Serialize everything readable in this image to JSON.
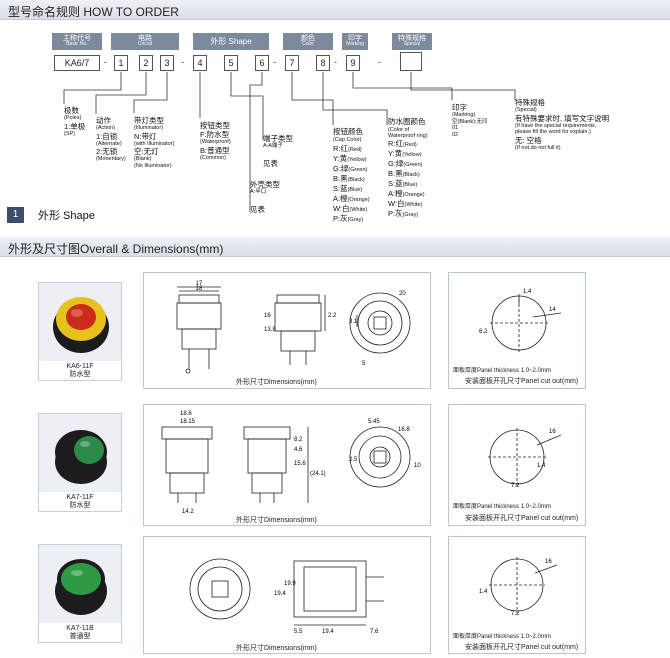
{
  "order_section": {
    "title": "型号命名规则 HOW TO ORDER"
  },
  "header_boxes": [
    {
      "cn": "主称代号",
      "en": "Basic No."
    },
    {
      "cn": "电路",
      "en": "Circuit"
    },
    {
      "cn": "外形 Shape",
      "en": ""
    },
    {
      "cn": "颜色",
      "en": "Color"
    },
    {
      "cn": "印字",
      "en": "Marking"
    },
    {
      "cn": "特殊规格",
      "en": "Special"
    }
  ],
  "code_cells": [
    "KA6/7",
    "1",
    "2",
    "3",
    "4",
    "5",
    "6",
    "7",
    "8",
    "9",
    ""
  ],
  "dash": "-",
  "poles": {
    "title": "极数",
    "en": "(Poles)",
    "v1": "1:单极",
    "v1en": "(SP)"
  },
  "action": {
    "title": "动作",
    "en": "(Action)",
    "v1": "1:自锁",
    "v1en": "(Alternate)",
    "v2": "2:无锁",
    "v2en": "(Monentary)"
  },
  "illum": {
    "title": "带灯类型",
    "en": "(Illuminator)",
    "v1": "N:带灯",
    "v1en": "(with Illuminator)",
    "v2": "空:无灯",
    "v2en": "(Blank)",
    "v2en2": "(No Illuminator)"
  },
  "btn_type": {
    "title": "按钮类型",
    "v1": "F:防水型",
    "v1en": "(Waterproof)",
    "v2": "B:普通型",
    "v2en": "(Common)"
  },
  "terminal": {
    "title": "端子类型",
    "v1": "A:A端子",
    "note": "见表"
  },
  "case_shape": {
    "title": "外壳类型",
    "v1": "A:半口",
    "note": "见表"
  },
  "cap_color": {
    "title": "按钮颜色",
    "en": "(Cap Color)",
    "items": [
      {
        "cn": "R:红",
        "en": "(Red)"
      },
      {
        "cn": "Y:黄",
        "en": "(Yellow)"
      },
      {
        "cn": "G:绿",
        "en": "(Green)"
      },
      {
        "cn": "B:黑",
        "en": "(Black)"
      },
      {
        "cn": "S:蓝",
        "en": "(Blue)"
      },
      {
        "cn": "A:橙",
        "en": "(Orange)"
      },
      {
        "cn": "W:白",
        "en": "(White)"
      },
      {
        "cn": "P:灰",
        "en": "(Gray)"
      }
    ]
  },
  "ring_color": {
    "title": "防水圈颜色",
    "en1": "(Color of",
    "en2": "Waterproof ring)",
    "items": [
      {
        "cn": "R:红",
        "en": "(Red)"
      },
      {
        "cn": "Y:黄",
        "en": "(Yellow)"
      },
      {
        "cn": "G:绿",
        "en": "(Green)"
      },
      {
        "cn": "B:黑",
        "en": "(Black)"
      },
      {
        "cn": "S:蓝",
        "en": "(Blue)"
      },
      {
        "cn": "A:橙",
        "en": "(Orange)"
      },
      {
        "cn": "W:白",
        "en": "(White)"
      },
      {
        "cn": "P:灰",
        "en": "(Gray)"
      }
    ]
  },
  "marking": {
    "title": "印字",
    "en": "(Marking)",
    "v1": "空(Blank):无印",
    "v2": "01",
    "v3": "02"
  },
  "special": {
    "title": "特殊规格",
    "en": "(Special)",
    "v1": "有特殊要求时, 填写文字说明",
    "v1en1": "(If have the special requirements,",
    "v1en2": "please fill the word for explain.)",
    "v2": "无: 空格",
    "v2en": "(If not,do not full it)"
  },
  "shape_section": {
    "num": "1",
    "title": "外形 Shape"
  },
  "dims_section": {
    "title": "外形及尺寸图Overall & Dimensions(mm)"
  },
  "products": [
    {
      "model": "KA6-11F",
      "type": "防水型",
      "body_color": "#1c1c1c",
      "ring_color": "#e6c21e",
      "cap_color": "#cc2a1a"
    },
    {
      "model": "KA7-11F",
      "type": "防水型",
      "body_color": "#1c1c1c",
      "ring_color": "#1c1c1c",
      "cap_color": "#2d8a4a"
    },
    {
      "model": "KA7-11B",
      "type": "普通型",
      "body_color": "#1c1c1c",
      "ring_color": "#1c1c1c",
      "cap_color": "#2f9a44"
    }
  ],
  "dim_caption": "外形尺寸Dimensions(mm)",
  "panel_caption": "安装面板开孔尺寸Panel cut out(mm)",
  "thickness_note": "面板厚度Panel thickness 1.0~2.0mm",
  "dims1": [
    "17",
    "18",
    "16",
    "3.1",
    "2.2",
    "20",
    "13.8",
    "5",
    "6.2",
    "1.4",
    "14"
  ],
  "dims2": [
    "18.6",
    "18.15",
    "14.2",
    "8.2",
    "4.6",
    "15.6",
    "(24.1)",
    "5.45",
    "2.5",
    "16.8",
    "10",
    "16",
    "1.4",
    "7.2"
  ],
  "dims3": [
    "19.9",
    "19.4",
    "5.5",
    "7.6",
    "16",
    "1.4",
    "7.2"
  ]
}
